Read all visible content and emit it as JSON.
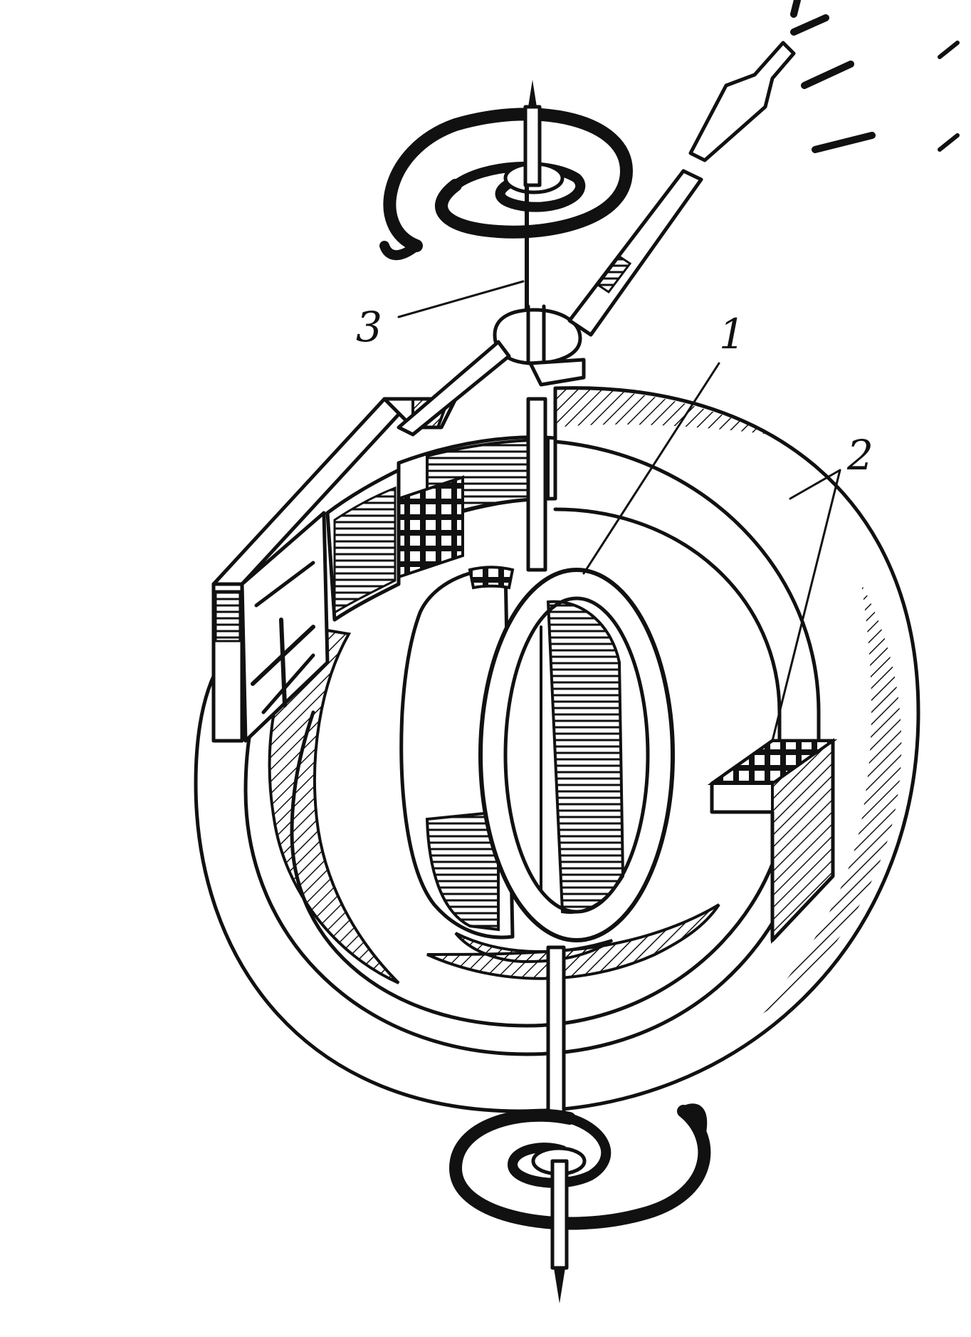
{
  "labels": {
    "coil": "1",
    "magnet": "2",
    "axis": "3"
  },
  "colors": {
    "ink": "#111111",
    "paper": "#ffffff"
  }
}
